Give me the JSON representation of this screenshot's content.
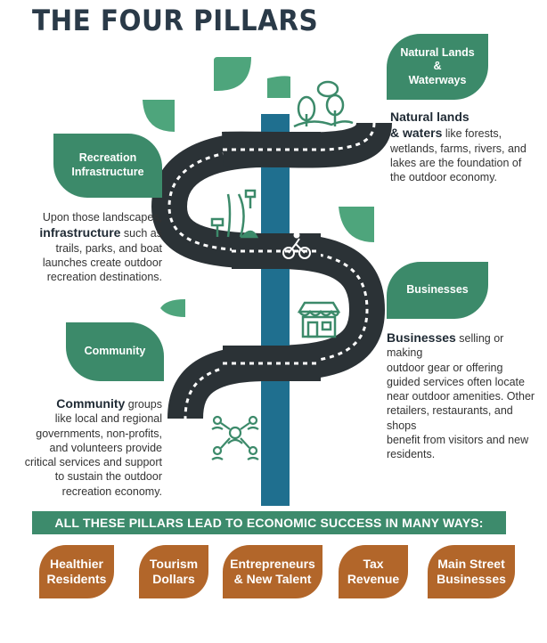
{
  "title": "THE FOUR PILLARS",
  "pillars": {
    "natural": {
      "label_l1": "Natural Lands",
      "label_l2": "&",
      "label_l3": "Waterways",
      "desc_bold_1": "Natural lands",
      "desc_bold_2": "& waters",
      "desc_rest_1": " like forests,",
      "desc_rest_2": "wetlands, farms, rivers, and",
      "desc_rest_3": "lakes are the foundation of",
      "desc_rest_4": "the outdoor economy."
    },
    "recreation": {
      "label_l1": "Recreation",
      "label_l2": "Infrastructure",
      "desc_1": "Upon those landscapes,",
      "desc_bold": "infrastructure",
      "desc_2": " such as",
      "desc_3": "trails, parks, and boat",
      "desc_4": "launches create outdoor",
      "desc_5": "recreation destinations."
    },
    "businesses": {
      "label": "Businesses",
      "desc_bold": "Businesses",
      "desc_1": " selling or making",
      "desc_2": "outdoor gear or offering",
      "desc_3": "guided services often locate",
      "desc_4": "near outdoor amenities. Other",
      "desc_5": "retailers, restaurants, and shops",
      "desc_6": "benefit from visitors and new",
      "desc_7": "residents."
    },
    "community": {
      "label": "Community",
      "desc_bold": "Community",
      "desc_1": " groups",
      "desc_2": "like local and regional",
      "desc_3": "governments, non-profits,",
      "desc_4": "and volunteers provide",
      "desc_5": "critical services and support",
      "desc_6": "to sustain the outdoor",
      "desc_7": "recreation economy."
    }
  },
  "banner": "ALL THESE PILLARS LEAD TO ECONOMIC SUCCESS IN MANY WAYS:",
  "outcomes": [
    {
      "l1": "Healthier",
      "l2": "Residents"
    },
    {
      "l1": "Tourism",
      "l2": "Dollars"
    },
    {
      "l1": "Entrepreneurs",
      "l2": "& New Talent"
    },
    {
      "l1": "Tax",
      "l2": "Revenue"
    },
    {
      "l1": "Main Street",
      "l2": "Businesses"
    }
  ],
  "colors": {
    "green_dark": "#3c8a6a",
    "green_light": "#4ea57c",
    "road": "#2b3236",
    "pillar": "#1f6f8f",
    "orange": "#b2662a",
    "title": "#2a3a48"
  },
  "icons": [
    "trees-icon",
    "trail-sign-icon",
    "storefront-icon",
    "community-network-icon",
    "cyclist-icon"
  ]
}
